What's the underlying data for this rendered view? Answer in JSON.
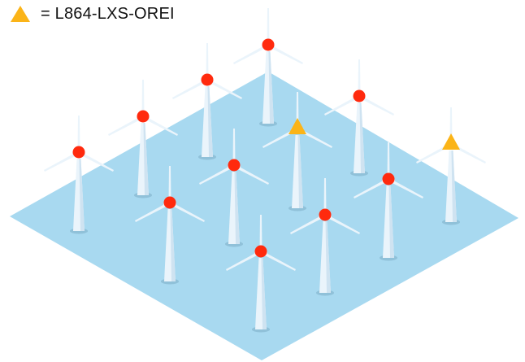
{
  "legend": {
    "symbol": "triangle-marker",
    "text": "= L864-LXS-OREI"
  },
  "colors": {
    "sea": "#a8d9f0",
    "tower": "#eaf4fb",
    "tower_shade": "#cfe3f1",
    "marker_circle": "#ff2a0e",
    "marker_triangle": "#fbb418",
    "shadow": "#86b6cf"
  },
  "turbines": [
    {
      "id": "t1",
      "marker": "circle"
    },
    {
      "id": "t2",
      "marker": "circle"
    },
    {
      "id": "t3",
      "marker": "circle"
    },
    {
      "id": "t4",
      "marker": "circle"
    },
    {
      "id": "t5",
      "marker": "triangle"
    },
    {
      "id": "t6",
      "marker": "circle"
    },
    {
      "id": "t7",
      "marker": "triangle"
    },
    {
      "id": "t8",
      "marker": "circle"
    },
    {
      "id": "t9",
      "marker": "circle"
    },
    {
      "id": "t10",
      "marker": "circle"
    },
    {
      "id": "t11",
      "marker": "circle"
    },
    {
      "id": "t12",
      "marker": "circle"
    }
  ]
}
